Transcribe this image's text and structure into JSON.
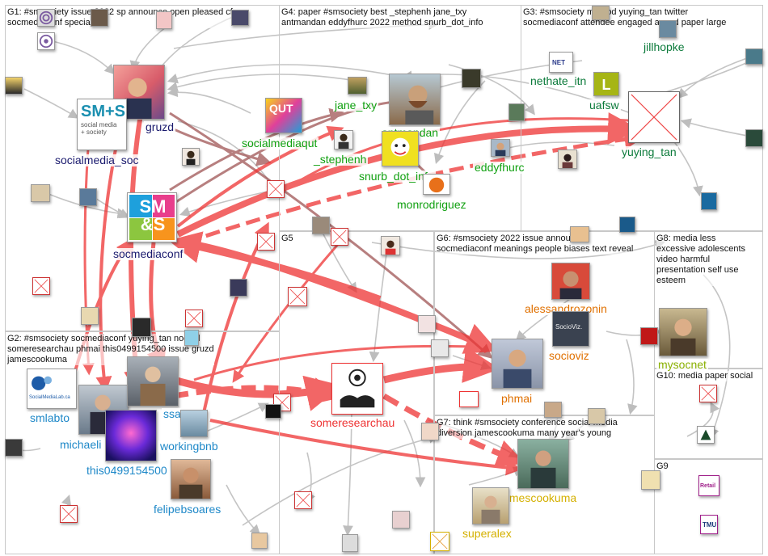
{
  "groups": [
    {
      "id": "G1",
      "text": "G1: #smsociety issue 2022 sp announce open pleased cfp\nsocmediaconf special"
    },
    {
      "id": "G2",
      "text": "G2: #smsociety socmediaconf yuying_tan nodexl\nsomeresearchau phmai this0499154500 issue gruzd\njamescookuma"
    },
    {
      "id": "G3",
      "text": "G3: #smsociety method yuying_tan twitter\nsocmediaconf attendee engaged award paper large"
    },
    {
      "id": "G4",
      "text": "G4: paper #smsociety best _stephenh jane_txy\nantmandan eddyfhurc 2022 method snurb_dot_info"
    },
    {
      "id": "G5",
      "text": "G5"
    },
    {
      "id": "G6",
      "text": "G6: #smsociety 2022 issue announce\nsocmediaconf meanings people biases text reveal"
    },
    {
      "id": "G7",
      "text": "G7: think #smsociety conference social media\ndiversion jamescookuma many year's young"
    },
    {
      "id": "G8",
      "text": "G8: media less\nexcessive adolescents\nvideo harmful\npresentation self use\nesteem"
    },
    {
      "id": "G9",
      "text": "G9"
    },
    {
      "id": "G10",
      "text": "G10: media paper social"
    }
  ],
  "labels": {
    "gruzd": "gruzd",
    "socialmedia_soc": "socialmedia_soc",
    "socmediaconf": "socmediaconf",
    "socialmediaqut": "socialmediaqut",
    "jane_txy": "jane_txy",
    "antmandan": "antmandan",
    "_stephenh": "_stephenh",
    "snurb_dot_info": "snurb_dot_info",
    "monrodriguez": "monrodriguez",
    "eddyfhurc": "eddyfhurc",
    "jillhopke": "jillhopke",
    "nethate_itn": "nethate_itn",
    "uafsw": "uafsw",
    "yuying_tan": "yuying_tan",
    "alessandrozonin": "alessandrozonin",
    "socioviz": "socioviz",
    "mysocnet": "mysocnet",
    "phmai": "phmai",
    "someresearchau": "someresearchau",
    "jamescookuma": "jamescookuma",
    "superalex": "superalex",
    "smlabto": "smlabto",
    "michaeli": "michaeli",
    "ssar": "ssar",
    "workingbnb": "workingbnb",
    "this0499154500": "this0499154500",
    "felipebsoares": "felipebsoares"
  },
  "logos": {
    "smplus": "SM+S",
    "smplus_sub": "social media\n+ society",
    "sms_big": "SM\n&S",
    "qut": "QUT",
    "net": "NET",
    "uafsw_logo": "L",
    "socioviz_logo": "SocioViz.",
    "smlab_logo": "SocialMediaLab.ca",
    "retail": "Retail",
    "tmu": "TMU"
  },
  "colors": {
    "g1": "#1a1a6e",
    "g2": "#1e88c8",
    "g3": "#0b7a3a",
    "g4": "#10a010",
    "g6": "#e07000",
    "g7": "#d4b000",
    "g8": "#8ab000",
    "g9": "#6a6a6a",
    "edge_red": "#e33",
    "edge_gray": "#bdbdbd",
    "edge_brown": "#a05555"
  }
}
